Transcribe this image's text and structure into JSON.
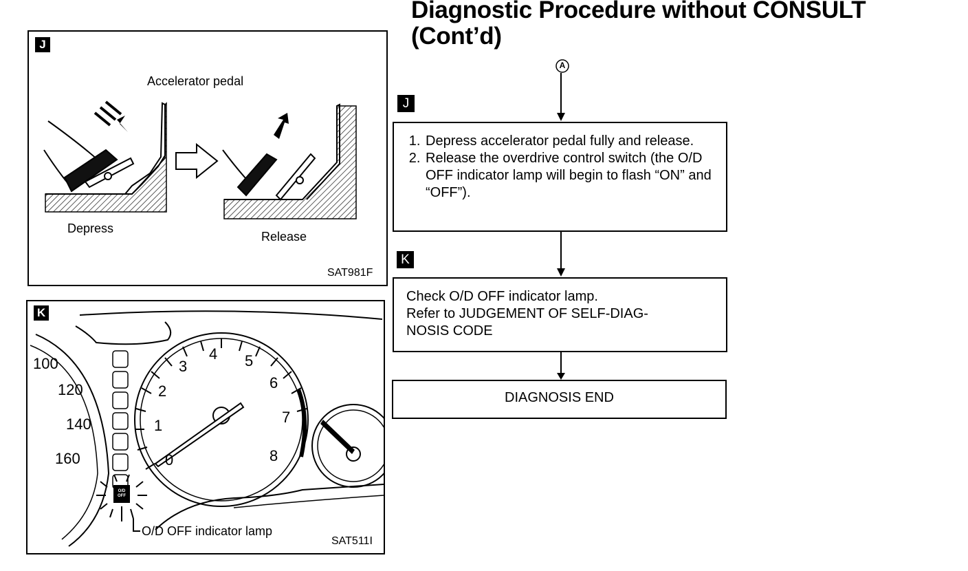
{
  "page": {
    "title_line1": "Diagnostic Procedure without CONSULT",
    "title_line2": "(Cont’d)"
  },
  "figure_j": {
    "badge": "J",
    "label_pedal": "Accelerator pedal",
    "label_depress": "Depress",
    "label_release": "Release",
    "code": "SAT981F"
  },
  "figure_k": {
    "badge": "K",
    "speed_labels": [
      "100",
      "120",
      "140",
      "160"
    ],
    "tach_labels": [
      "0",
      "1",
      "2",
      "3",
      "4",
      "5",
      "6",
      "7",
      "8"
    ],
    "lamp_text": "O/D OFF",
    "lamp_label": "O/D OFF indicator lamp",
    "code": "SAT511I"
  },
  "flow": {
    "connector": "A",
    "step_j": {
      "badge": "J",
      "items": [
        "Depress accelerator pedal fully and release.",
        "Release the overdrive control switch (the O/D OFF indicator lamp will begin to flash “ON” and “OFF”)."
      ]
    },
    "step_k": {
      "badge": "K",
      "line1": "Check O/D OFF indicator lamp.",
      "line2": "Refer to JUDGEMENT OF SELF-DIAG-",
      "line3": "NOSIS CODE"
    },
    "end": "DIAGNOSIS END"
  }
}
